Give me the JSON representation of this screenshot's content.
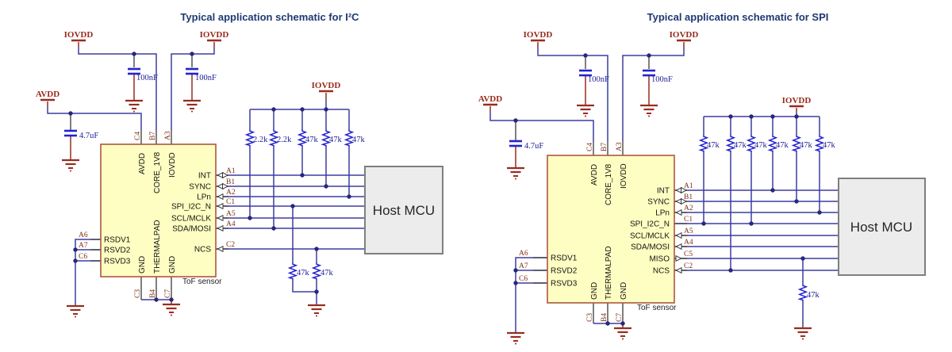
{
  "colors": {
    "wire": "#3d3da0",
    "component_blue": "#2323cf",
    "power_red": "#9a2b1e",
    "value_text": "#1d1d96",
    "pin_number_text": "#7c3116",
    "title_text": "#1e3a72",
    "ic_fill": "#fefec2",
    "ic_border": "#ad5740",
    "mcu_fill": "#ececec",
    "mcu_border": "#7f7f7f"
  },
  "left": {
    "title": "Typical application schematic for I²C",
    "flags": {
      "iovdd1": "IOVDD",
      "iovdd2": "IOVDD",
      "avdd": "AVDD",
      "iovdd_pullup": "IOVDD"
    },
    "caps": [
      {
        "value": "100nF"
      },
      {
        "value": "100nF"
      },
      {
        "value": "4.7uF"
      }
    ],
    "pullups": [
      {
        "value": "2.2k"
      },
      {
        "value": "2.2k"
      },
      {
        "value": "47k"
      },
      {
        "value": "47k"
      },
      {
        "value": "47k"
      }
    ],
    "pulldowns": [
      {
        "value": "47k"
      },
      {
        "value": "47k"
      }
    ],
    "ic": {
      "caption": "ToF sensor",
      "top_pins": [
        {
          "number": "C4",
          "name": "AVDD"
        },
        {
          "number": "B7",
          "name": "CORE_1V8"
        },
        {
          "number": "A3",
          "name": "IOVDD"
        }
      ],
      "right_pins": [
        {
          "number": "A1",
          "name": "INT"
        },
        {
          "number": "B1",
          "name": "SYNC"
        },
        {
          "number": "A2",
          "name": "LPn"
        },
        {
          "number": "C1",
          "name": "SPI_I2C_N"
        },
        {
          "number": "A5",
          "name": "SCL/MCLK"
        },
        {
          "number": "A4",
          "name": "SDA/MOSI"
        },
        {
          "number": "C2",
          "name": "NCS"
        }
      ],
      "left_pins": [
        {
          "number": "A6",
          "name": "RSDV1"
        },
        {
          "number": "A7",
          "name": "RSVD2"
        },
        {
          "number": "C6",
          "name": "RSVD3"
        }
      ],
      "bottom_pins": [
        {
          "number": "C3",
          "name": "GND"
        },
        {
          "number": "B4",
          "name": "THERMALPAD"
        },
        {
          "number": "C7",
          "name": "GND"
        }
      ]
    },
    "host_mcu_label": "Host MCU"
  },
  "right": {
    "title": "Typical application schematic for SPI",
    "flags": {
      "iovdd1": "IOVDD",
      "iovdd2": "IOVDD",
      "avdd": "AVDD",
      "iovdd_pullup": "IOVDD"
    },
    "caps": [
      {
        "value": "100nF"
      },
      {
        "value": "100nF"
      },
      {
        "value": "4.7uF"
      }
    ],
    "pullups": [
      {
        "value": "47k"
      },
      {
        "value": "47k"
      },
      {
        "value": "47k"
      },
      {
        "value": "47k"
      },
      {
        "value": "47k"
      },
      {
        "value": "47k"
      }
    ],
    "pulldowns": [
      {
        "value": "47k"
      }
    ],
    "ic": {
      "caption": "ToF sensor",
      "top_pins": [
        {
          "number": "C4",
          "name": "AVDD"
        },
        {
          "number": "B7",
          "name": "CORE_1V8"
        },
        {
          "number": "A3",
          "name": "IOVDD"
        }
      ],
      "right_pins": [
        {
          "number": "A1",
          "name": "INT"
        },
        {
          "number": "B1",
          "name": "SYNC"
        },
        {
          "number": "A2",
          "name": "LPn"
        },
        {
          "number": "C1",
          "name": "SPI_I2C_N"
        },
        {
          "number": "A5",
          "name": "SCL/MCLK"
        },
        {
          "number": "A4",
          "name": "SDA/MOSI"
        },
        {
          "number": "C5",
          "name": "MISO"
        },
        {
          "number": "C2",
          "name": "NCS"
        }
      ],
      "left_pins": [
        {
          "number": "A6",
          "name": "RSDV1"
        },
        {
          "number": "A7",
          "name": "RSVD2"
        },
        {
          "number": "C6",
          "name": "RSVD3"
        }
      ],
      "bottom_pins": [
        {
          "number": "C3",
          "name": "GND"
        },
        {
          "number": "B4",
          "name": "THERMALPAD"
        },
        {
          "number": "C7",
          "name": "GND"
        }
      ]
    },
    "host_mcu_label": "Host MCU"
  }
}
